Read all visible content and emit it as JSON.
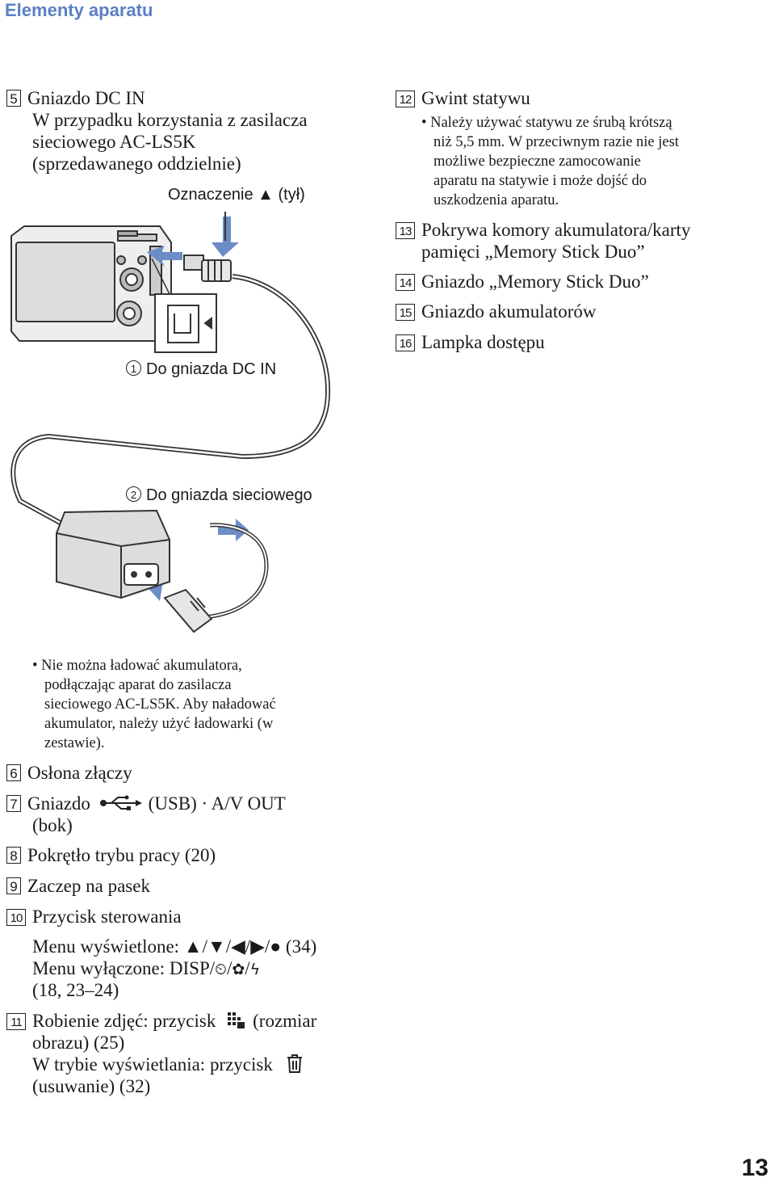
{
  "header": "Elementy aparatu",
  "left_top": {
    "num": "5",
    "lines": [
      "Gniazdo DC IN",
      "W przypadku korzystania z zasilacza",
      "sieciowego AC-LS5K",
      "(sprzedawanego oddzielnie)"
    ]
  },
  "captions": {
    "mark": "Oznaczenie ▲ (tył)",
    "dc_num": "1",
    "dc": "Do gniazda DC IN",
    "wall_num": "2",
    "wall": "Do gniazda sieciowego"
  },
  "right": [
    {
      "num": "12",
      "label": "Gwint statywu"
    },
    {
      "num": "13",
      "label": "Pokrywa komory akumulatora/karty",
      "label2": "pamięci „Memory Stick Duo”"
    },
    {
      "num": "14",
      "label": "Gniazdo „Memory Stick Duo”"
    },
    {
      "num": "15",
      "label": "Gniazdo akumulatorów"
    },
    {
      "num": "16",
      "label": "Lampka dostępu"
    }
  ],
  "tripod_note": [
    "Należy używać statywu ze śrubą krótszą",
    "niż 5,5 mm. W przeciwnym razie nie jest",
    "możliwe bezpieczne zamocowanie",
    "aparatu na statywie i może dojść do",
    "uszkodzenia aparatu."
  ],
  "charge_note": [
    "Nie można ładować akumulatora,",
    "podłączając aparat do zasilacza",
    "sieciowego AC-LS5K. Aby naładować",
    "akumulator, należy użyć ładowarki (w",
    "zestawie)."
  ],
  "left_items": {
    "i6": {
      "num": "6",
      "label": "Osłona złączy"
    },
    "i7": {
      "num": "7",
      "a": "Gniazdo",
      "b": "(USB) · A/V OUT",
      "c": "(bok)"
    },
    "i8": {
      "num": "8",
      "label": "Pokrętło trybu pracy (20)"
    },
    "i9": {
      "num": "9",
      "label": "Zaczep na pasek"
    },
    "i10": {
      "num": "10",
      "label": "Przycisk sterowania"
    },
    "i10_menu_on": "Menu wyświetlone: ▲/▼/◀/▶/● (34)",
    "i10_menu_off_a": "Menu wyłączone: DISP/",
    "i10_menu_off_b": "(18, 23–24)",
    "i11": {
      "num": "11",
      "a": "Robienie zdjęć: przycisk",
      "b": "(rozmiar",
      "c": "obrazu) (25)",
      "d": "W trybie wyświetlania: przycisk",
      "e": "(usuwanie) (32)"
    }
  },
  "page_number": "13"
}
